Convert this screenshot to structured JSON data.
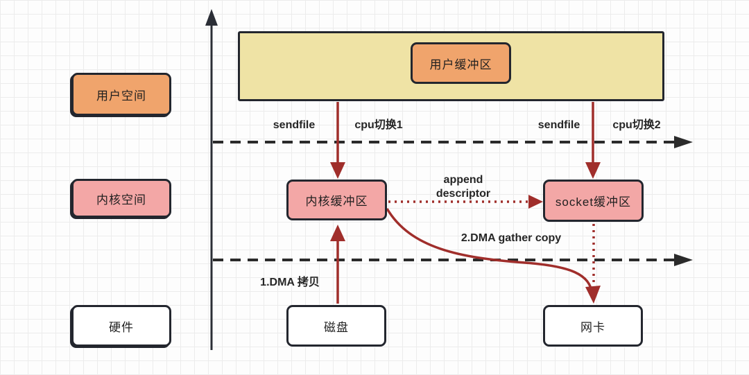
{
  "diagram": {
    "row_labels": {
      "user_space": "用户空间",
      "kernel_space": "内核空间",
      "hardware": "硬件"
    },
    "nodes": {
      "user_buffer": "用户缓冲区",
      "kernel_buffer": "内核缓冲区",
      "socket_buffer": "socket缓冲区",
      "disk": "磁盘",
      "nic": "网卡"
    },
    "flow_labels": {
      "sendfile_1": "sendfile",
      "cpu_switch_1": "cpu切换1",
      "sendfile_2": "sendfile",
      "cpu_switch_2": "cpu切换2",
      "append_descriptor": "append descriptor",
      "dma_gather_copy": "2.DMA gather copy",
      "dma_copy": "1.DMA 拷贝"
    },
    "colors": {
      "user_space_fill": "#f0a46c",
      "kernel_fill": "#f3a7a6",
      "user_band_fill": "#efe3a5",
      "hardware_fill": "#ffffff",
      "box_border": "#23262e",
      "arrow_red": "#a02e2b",
      "dashed_line": "#2b2b2b",
      "grid_line": "#ececec"
    }
  }
}
